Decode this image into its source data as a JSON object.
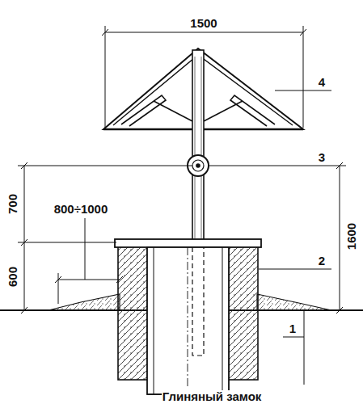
{
  "diagram": {
    "labels": [
      "1500",
      "4",
      "3",
      "700",
      "1600",
      "800÷1000",
      "600",
      "2",
      "1",
      "Глиняный замок"
    ]
  }
}
